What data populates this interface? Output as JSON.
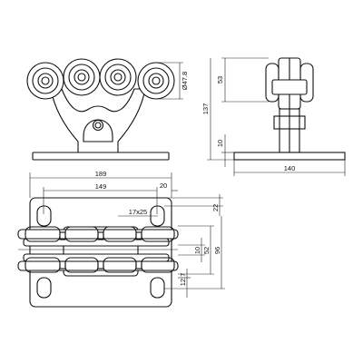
{
  "drawing": {
    "side_view": {
      "wheel_diameter": "Ø47.8"
    },
    "front_view": {
      "height_top": "53",
      "height_total": "137",
      "height_plate": "10",
      "width": "140"
    },
    "top_view": {
      "overall_width": "189",
      "inner_width": "149",
      "slot_offset": "20",
      "slot_size": "17x25",
      "top_offset": "22",
      "gap_10": "10",
      "height_52": "52",
      "height_96": "96",
      "bottom_offset": "12.7"
    }
  }
}
